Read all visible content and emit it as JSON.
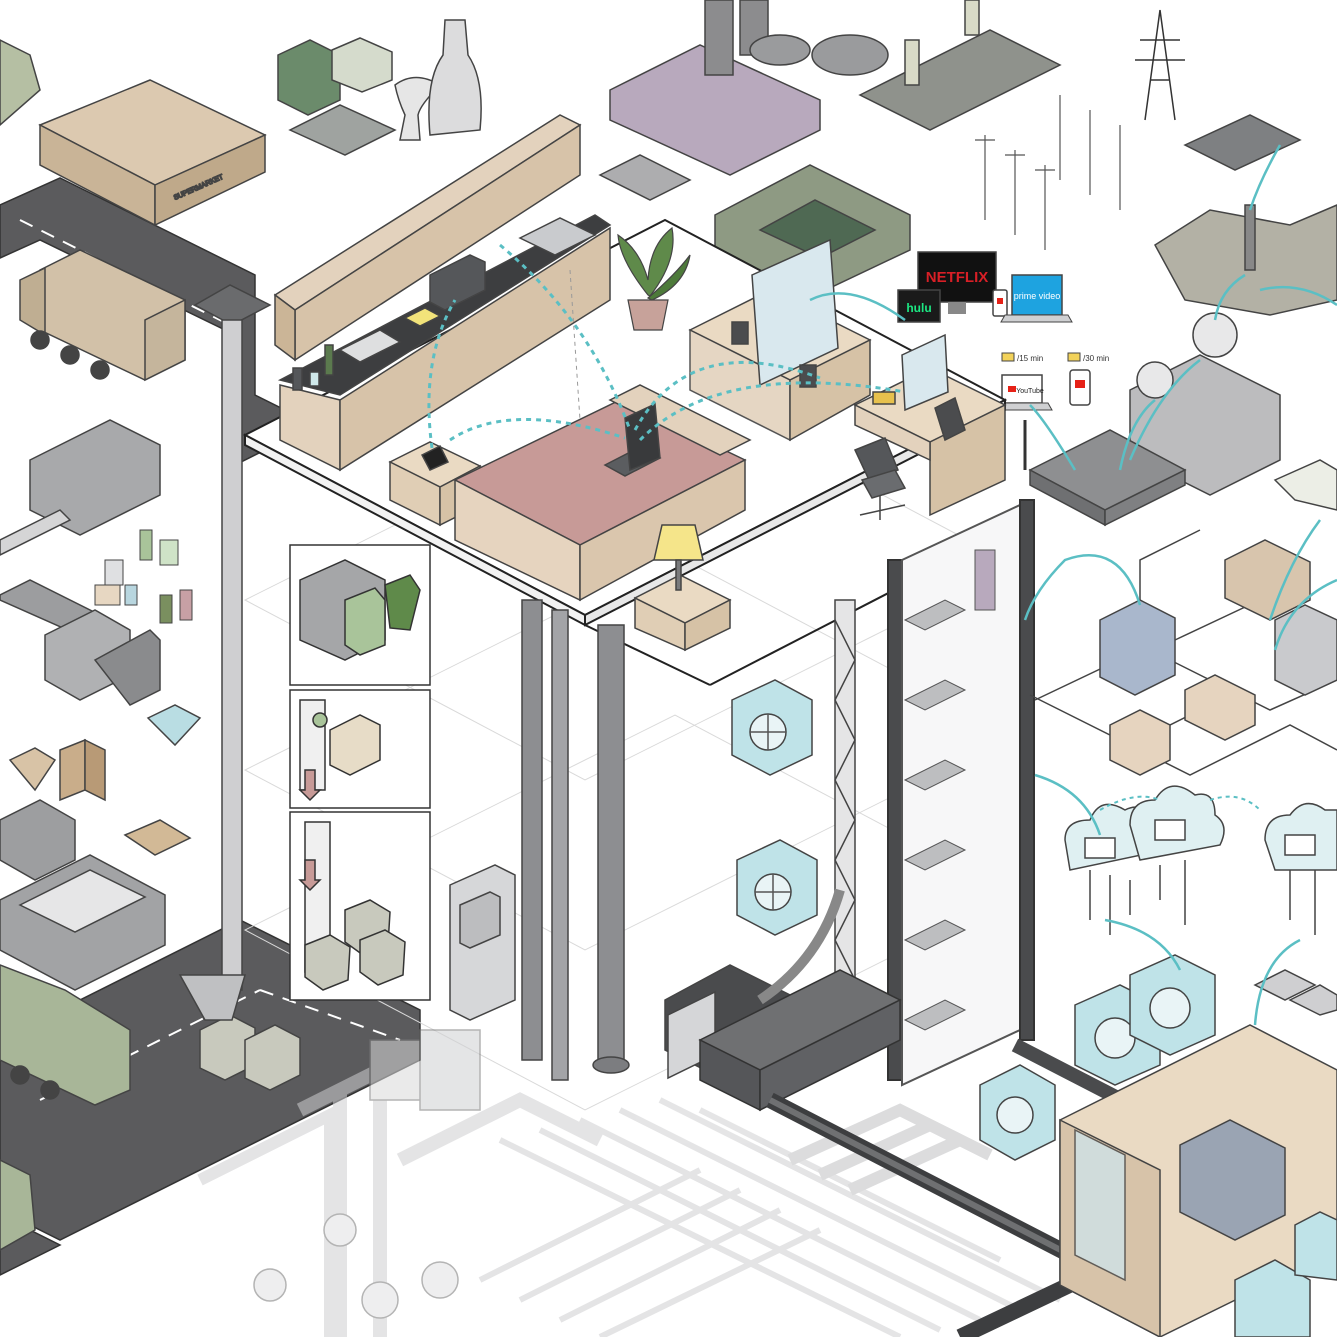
{
  "streaming": {
    "netflix": "NETFLIX",
    "hulu": "hulu",
    "prime": "prime video",
    "youtube": "YouTube"
  },
  "timings": {
    "short": "/15 min",
    "long": "/30 min"
  },
  "supermarket_sign": "SUPERMARKET",
  "colors": {
    "teal": "#5bbfc4",
    "kitchen": "#e3d2bd",
    "bed": "#c79a97",
    "road": "#5b5b5d",
    "truck": "#a9b79a",
    "pipe": "#8d8e91",
    "netflix": "#d81f26",
    "hulu": "#1ce783",
    "prime": "#1ea3e0",
    "youtube": "#e62117"
  },
  "icons": [
    "router-icon",
    "cloud-server-icon",
    "cooling-fan-icon",
    "trash-bin-icon",
    "laptop-icon",
    "monitor-icon",
    "smartphone-icon",
    "battery-icon",
    "power-pylon-icon",
    "satellite-dish-icon",
    "elevator-icon",
    "garbage-truck-icon"
  ]
}
